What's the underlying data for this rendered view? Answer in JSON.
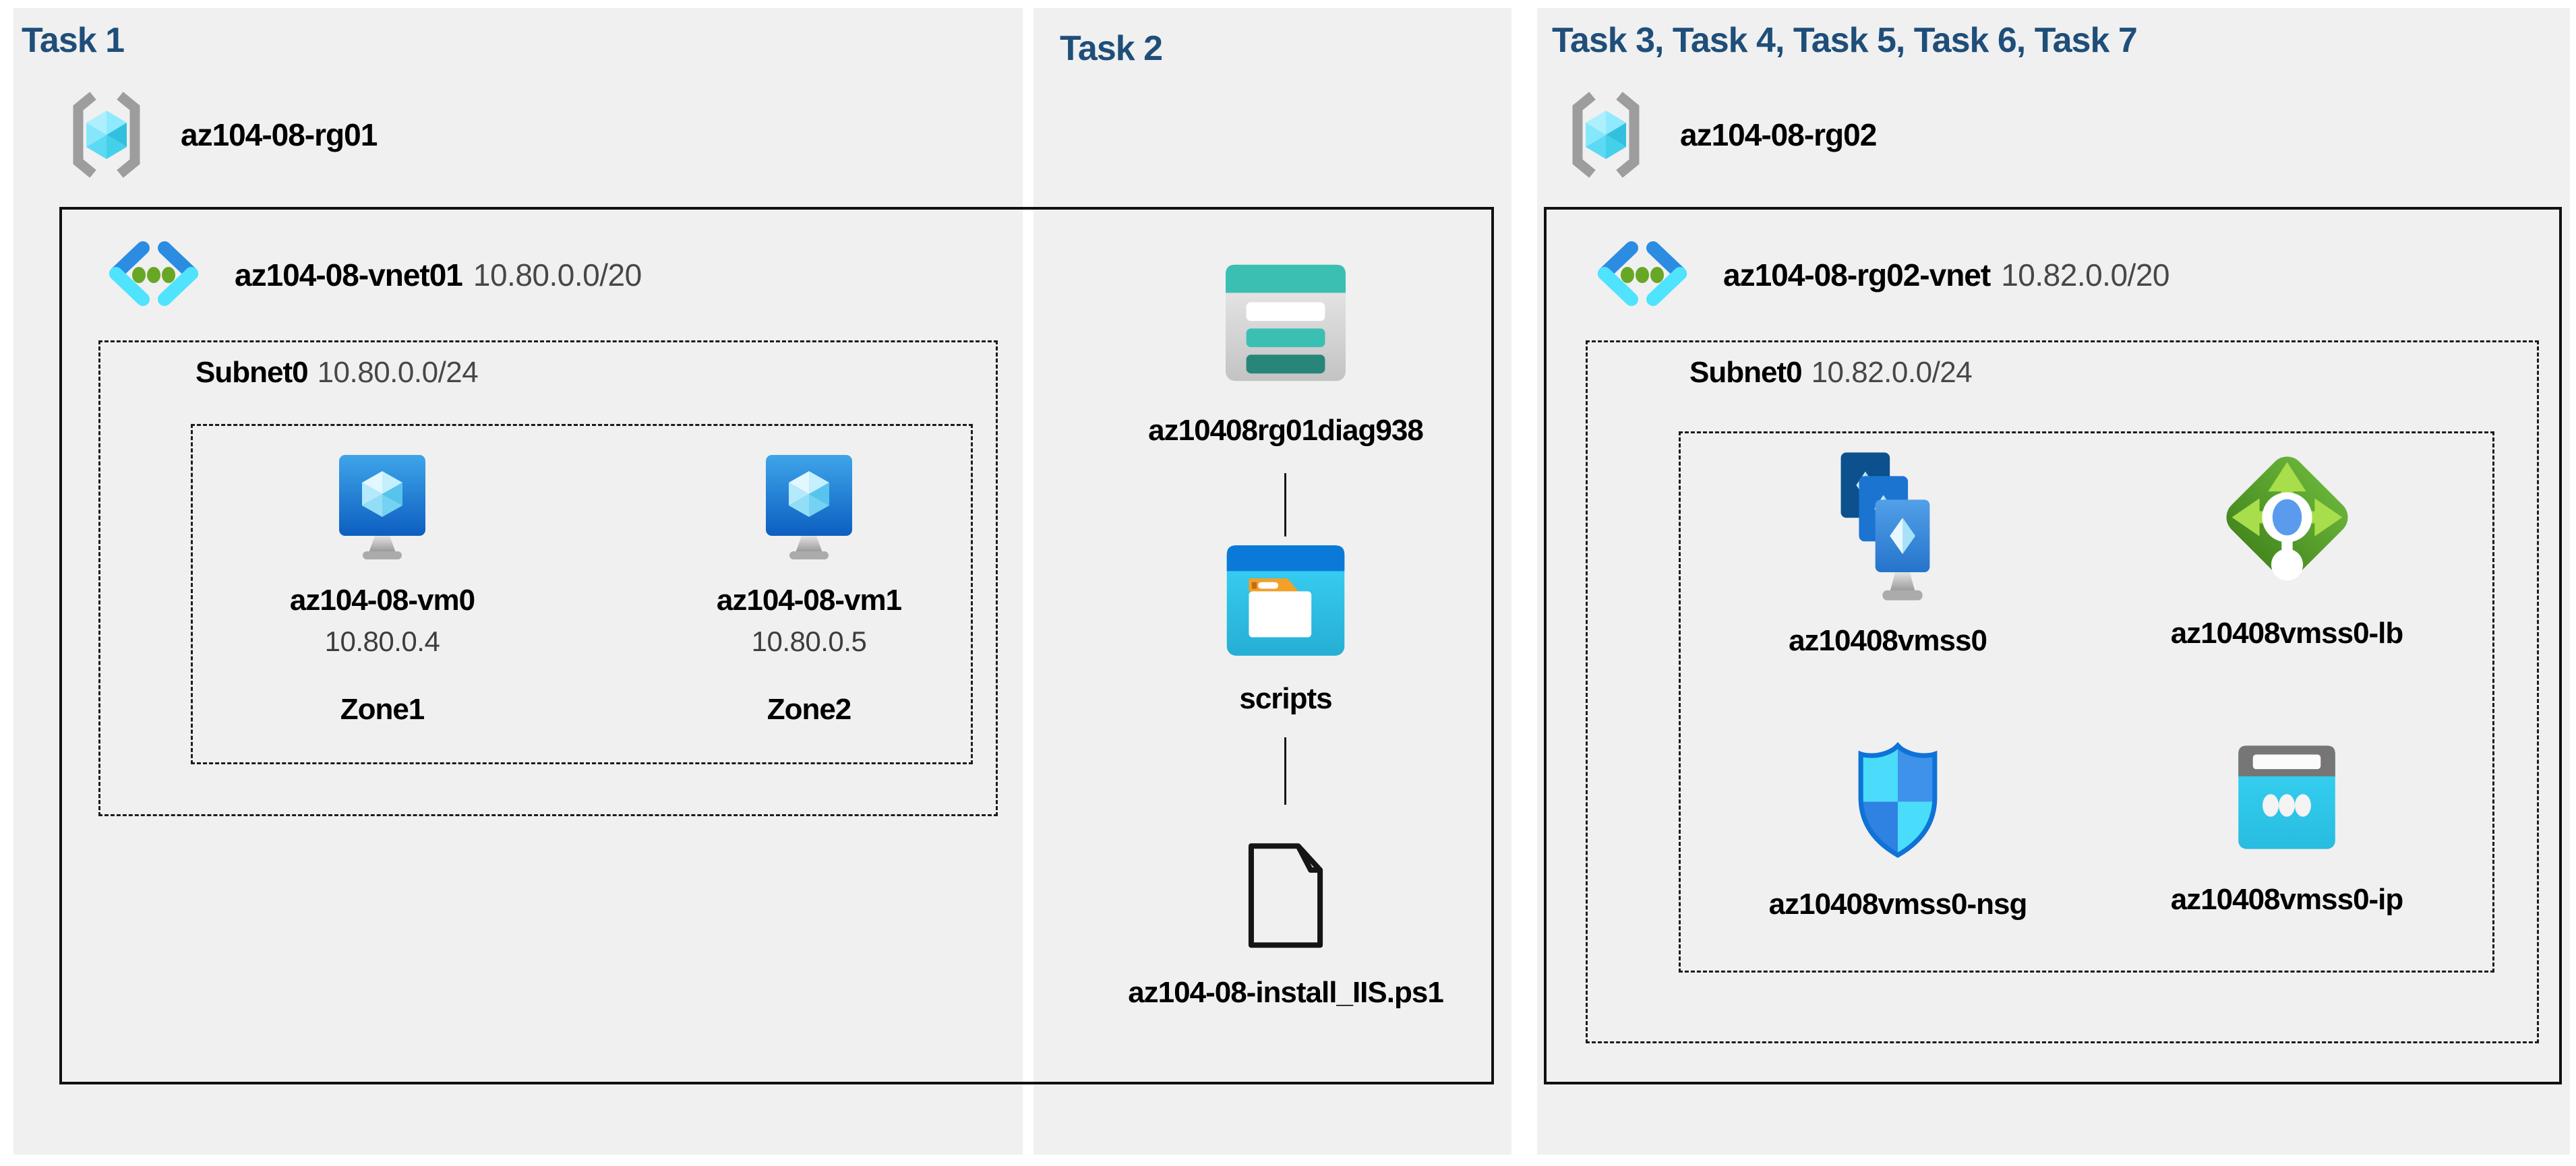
{
  "colors": {
    "header_blue": "#1f4e79",
    "panel_gray": "#f0f0f1",
    "azure_blue": "#0b79d8",
    "cyan": "#50e6ff",
    "teal": "#3bbfb2",
    "green": "#5ba22e"
  },
  "task1": {
    "header": "Task 1",
    "rg": "az104-08-rg01",
    "vnet_name": "az104-08-vnet01",
    "vnet_cidr": "10.80.0.0/20",
    "subnet_name": "Subnet0",
    "subnet_cidr": "10.80.0.0/24",
    "vm0": {
      "name": "az104-08-vm0",
      "ip": "10.80.0.4",
      "zone": "Zone1"
    },
    "vm1": {
      "name": "az104-08-vm1",
      "ip": "10.80.0.5",
      "zone": "Zone2"
    }
  },
  "task2": {
    "header": "Task 2",
    "storage_account": "az10408rg01diag938",
    "blob_container": "scripts",
    "script_file": "az104-08-install_IIS.ps1"
  },
  "task3": {
    "header": "Task 3, Task 4, Task 5, Task 6, Task 7",
    "rg": "az104-08-rg02",
    "vnet_name": "az104-08-rg02-vnet",
    "vnet_cidr": "10.82.0.0/20",
    "subnet_name": "Subnet0",
    "subnet_cidr": "10.82.0.0/24",
    "vmss": "az10408vmss0",
    "lb": "az10408vmss0-lb",
    "nsg": "az10408vmss0-nsg",
    "pip": "az10408vmss0-ip"
  }
}
